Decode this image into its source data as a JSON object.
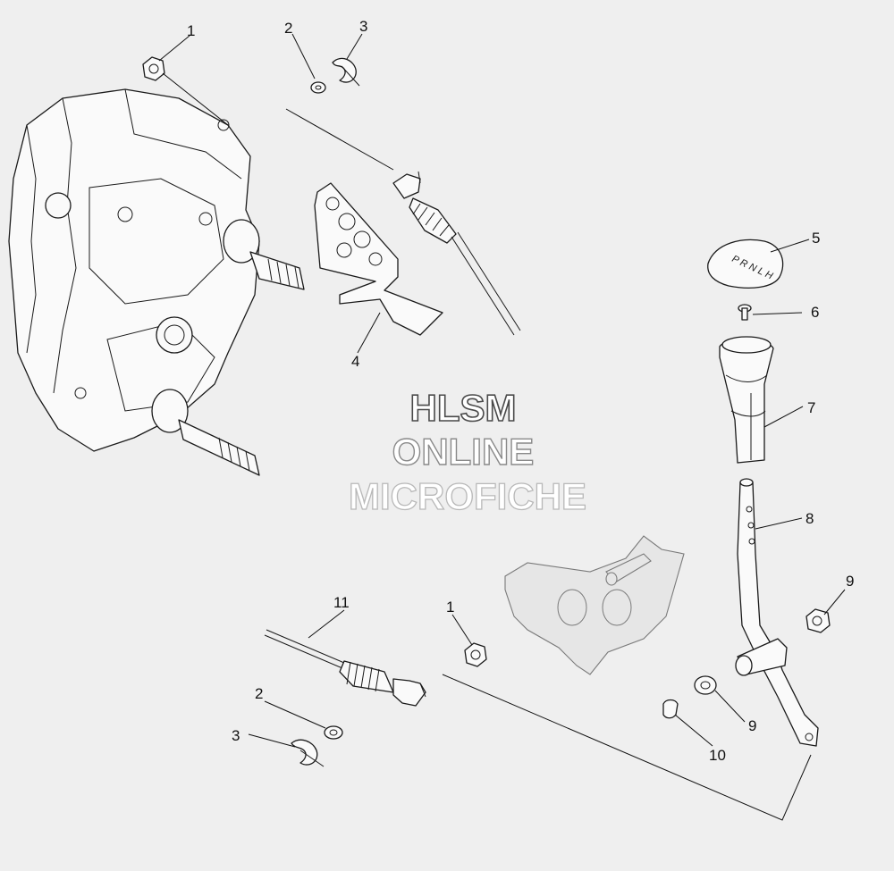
{
  "watermark": {
    "line1": "HLSM",
    "line2": "ONLINE",
    "line3": "MICROFICHE"
  },
  "callouts": {
    "c1_top": "1",
    "c2_top": "2",
    "c3_top": "3",
    "c4": "4",
    "c5": "5",
    "c6": "6",
    "c7": "7",
    "c8": "8",
    "c9_right": "9",
    "c9_lower": "9",
    "c10": "10",
    "c11": "11",
    "c1_lower": "1",
    "c2_lower": "2",
    "c3_lower": "3"
  },
  "knob_markings": "P R N L H",
  "colors": {
    "background": "#efefef",
    "line": "#1a1a1a",
    "ghost": "#7a7a7a"
  }
}
